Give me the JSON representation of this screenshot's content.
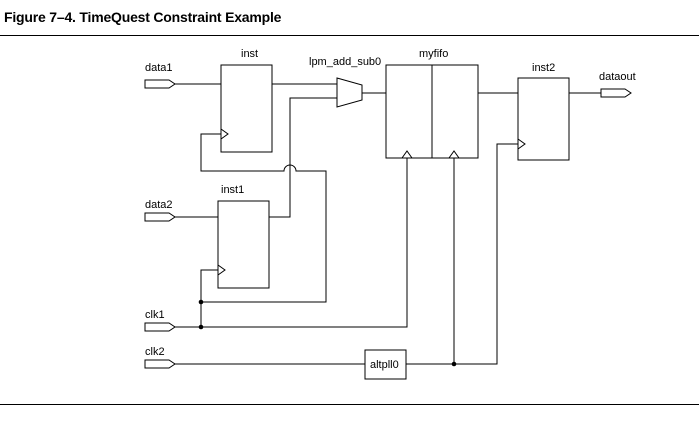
{
  "figure": {
    "title": "Figure 7–4.  TimeQuest Constraint Example"
  },
  "diagram": {
    "inputs": {
      "data1": "data1",
      "data2": "data2",
      "clk1": "clk1",
      "clk2": "clk2"
    },
    "outputs": {
      "dataout": "dataout"
    },
    "blocks": {
      "inst": "inst",
      "inst1": "inst1",
      "lpm_add_sub0": "lpm_add_sub0",
      "myfifo": "myfifo",
      "inst2": "inst2",
      "altpll0": "altpll0"
    }
  }
}
